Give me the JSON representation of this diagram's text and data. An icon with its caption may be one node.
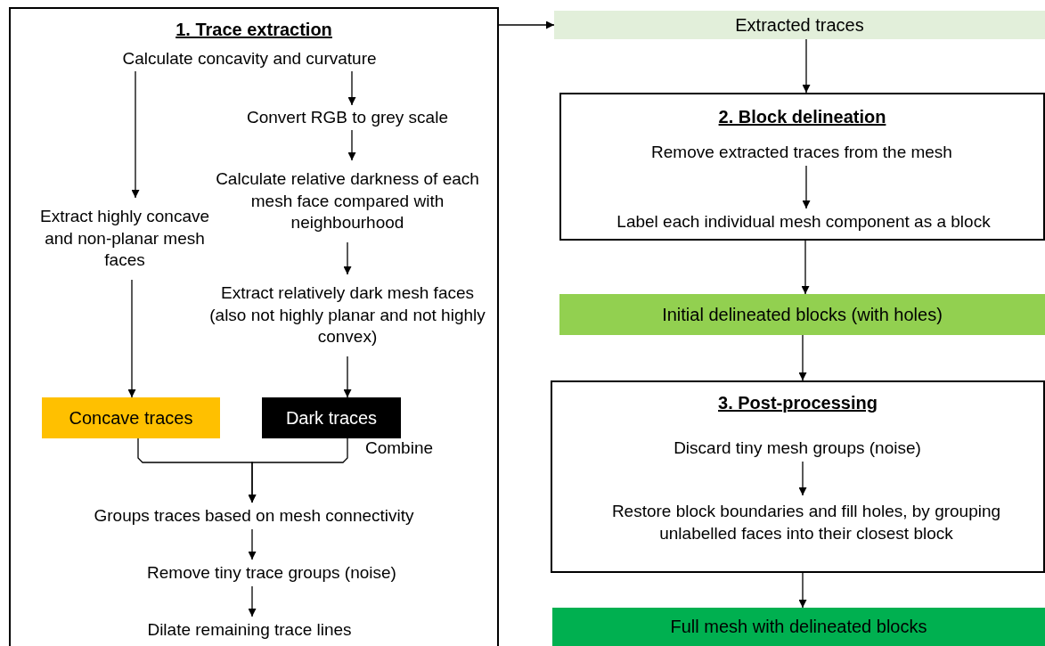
{
  "diagram": {
    "nodes": [
      {
        "text": [
          "1. Trace extraction"
        ]
      },
      {
        "text": [
          "Calculate concavity and curvature"
        ],
        "in": 0
      },
      {
        "text": [
          "Convert RGB to grey scale"
        ],
        "in": 0
      },
      {
        "text": [
          "Calculate relative darkness of each mesh face compared with neighbourhood"
        ],
        "in": 0
      },
      {
        "text": [
          "Extract highly concave and non-planar mesh faces"
        ],
        "in": 0
      },
      {
        "text": [
          "Extract relatively dark mesh faces (also not highly planar and not highly convex)"
        ],
        "in": 0
      },
      {
        "text": [
          "Concave traces"
        ],
        "in": 0
      },
      {
        "text": [
          "Dark traces"
        ],
        "in": 0
      },
      {
        "text": [
          "Groups traces based on mesh connectivity"
        ],
        "in": 0
      },
      {
        "text": [
          "Remove tiny trace groups (noise)"
        ],
        "in": 0
      },
      {
        "text": [
          "Dilate remaining trace lines"
        ],
        "in": 0
      },
      {
        "text": [
          "Extracted traces"
        ]
      },
      {
        "text": [
          "2. Block delineation"
        ]
      },
      {
        "text": [
          "Remove extracted traces from the mesh"
        ],
        "in": 12
      },
      {
        "text": [
          "Label each individual mesh component as a block"
        ],
        "in": 12
      },
      {
        "text": [
          "Initial delineated blocks (with holes)"
        ]
      },
      {
        "text": [
          "3. Post-processing"
        ]
      },
      {
        "text": [
          "Discard tiny mesh groups (noise)"
        ],
        "in": 16
      },
      {
        "text": [
          "Restore block boundaries and fill holes, by grouping unlabelled faces into their closest block"
        ],
        "in": 16
      },
      {
        "text": [
          "Full mesh with delineated blocks"
        ]
      }
    ],
    "edges": [
      {
        "from": 1,
        "to": 4,
        "arrow": "to"
      },
      {
        "from": 1,
        "to": 2,
        "arrow": "to"
      },
      {
        "from": 2,
        "to": 3,
        "arrow": "to"
      },
      {
        "from": 3,
        "to": 5,
        "arrow": "to"
      },
      {
        "from": 4,
        "to": 6,
        "arrow": "to"
      },
      {
        "from": 5,
        "to": 7,
        "arrow": "to"
      },
      {
        "from": 6,
        "to": 8,
        "arrow": "to"
      },
      {
        "from": 7,
        "to": 8,
        "arrow": "to"
      },
      {
        "from": 8,
        "to": 9,
        "arrow": "to"
      },
      {
        "from": 9,
        "to": 10,
        "arrow": "to"
      },
      {
        "from": 0,
        "to": 11,
        "arrow": "to"
      },
      {
        "from": 11,
        "to": 12,
        "arrow": "to"
      },
      {
        "from": 13,
        "to": 14,
        "arrow": "to"
      },
      {
        "from": 12,
        "to": 15,
        "arrow": "to"
      },
      {
        "from": 15,
        "to": 16,
        "arrow": "to"
      },
      {
        "from": 17,
        "to": 18,
        "arrow": "to"
      },
      {
        "from": 16,
        "to": 19,
        "arrow": "to"
      }
    ],
    "labels": [
      "Combine"
    ]
  }
}
